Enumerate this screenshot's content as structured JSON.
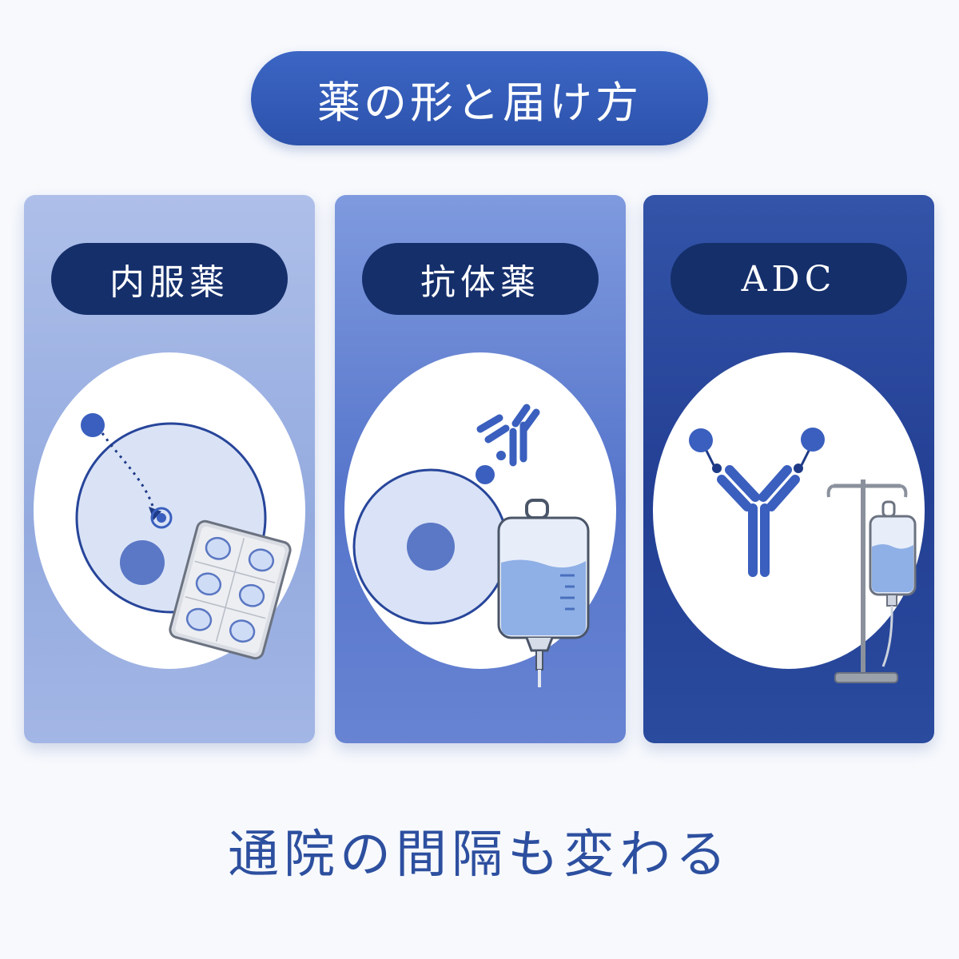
{
  "title": "薬の形と届け方",
  "cards": [
    {
      "label": "内服薬",
      "icon": "pill-blister-icon"
    },
    {
      "label": "抗体薬",
      "icon": "iv-bag-icon"
    },
    {
      "label": "ADC",
      "icon": "iv-stand-icon"
    }
  ],
  "footer": "通院の間隔も変わる",
  "colors": {
    "title_pill": "#2c52ac",
    "card1": "#93aadf",
    "card2": "#5675cb",
    "card3": "#233f94",
    "label_pill": "#152f6b",
    "footer_text": "#2d4f9f"
  }
}
